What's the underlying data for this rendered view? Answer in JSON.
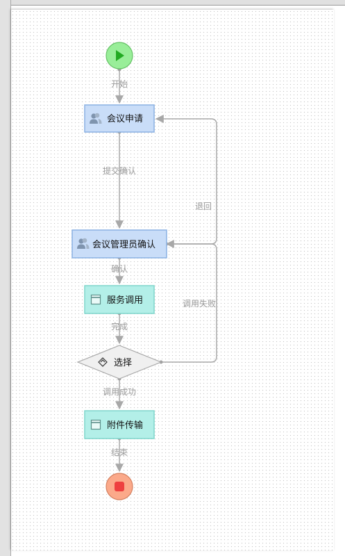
{
  "flow": {
    "start_label": "开始",
    "nodes": {
      "apply": "会议申请",
      "admin_confirm": "会议管理员确认",
      "service_call": "服务调用",
      "choice": "选择",
      "attachment": "附件传输"
    },
    "edges": {
      "submit_confirm": "提交确认",
      "go_back": "退回",
      "confirm": "确认",
      "call_failed": "调用失败",
      "complete": "完成",
      "call_success": "调用成功",
      "end": "结束"
    }
  },
  "colors": {
    "start_fill": "#99ee99",
    "start_play": "#22aa22",
    "user_task_fill": "#c9ddf8",
    "user_task_border": "#8ab1e3",
    "service_task_fill": "#b3efe8",
    "service_task_border": "#7fd6cc",
    "gateway_fill": "#f0f0f0",
    "end_fill": "#fba98a",
    "end_square": "#ee3f3f",
    "edge": "#a8a8a8"
  }
}
